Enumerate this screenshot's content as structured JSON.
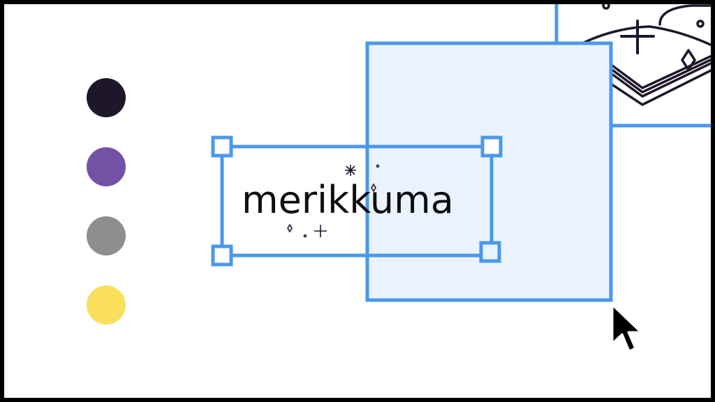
{
  "logo_text": "merikkuma",
  "palette": [
    {
      "name": "dark-purple",
      "color": "#1e1629"
    },
    {
      "name": "purple",
      "color": "#7352a5"
    },
    {
      "name": "gray",
      "color": "#8e8e8e"
    },
    {
      "name": "yellow",
      "color": "#f9df5c"
    }
  ],
  "selection_color": "#4a98ec",
  "selection_fill": "#eaf3fd",
  "icons": [
    "open-book-illustration",
    "mouse-cursor-icon",
    "sparkle-icon"
  ]
}
